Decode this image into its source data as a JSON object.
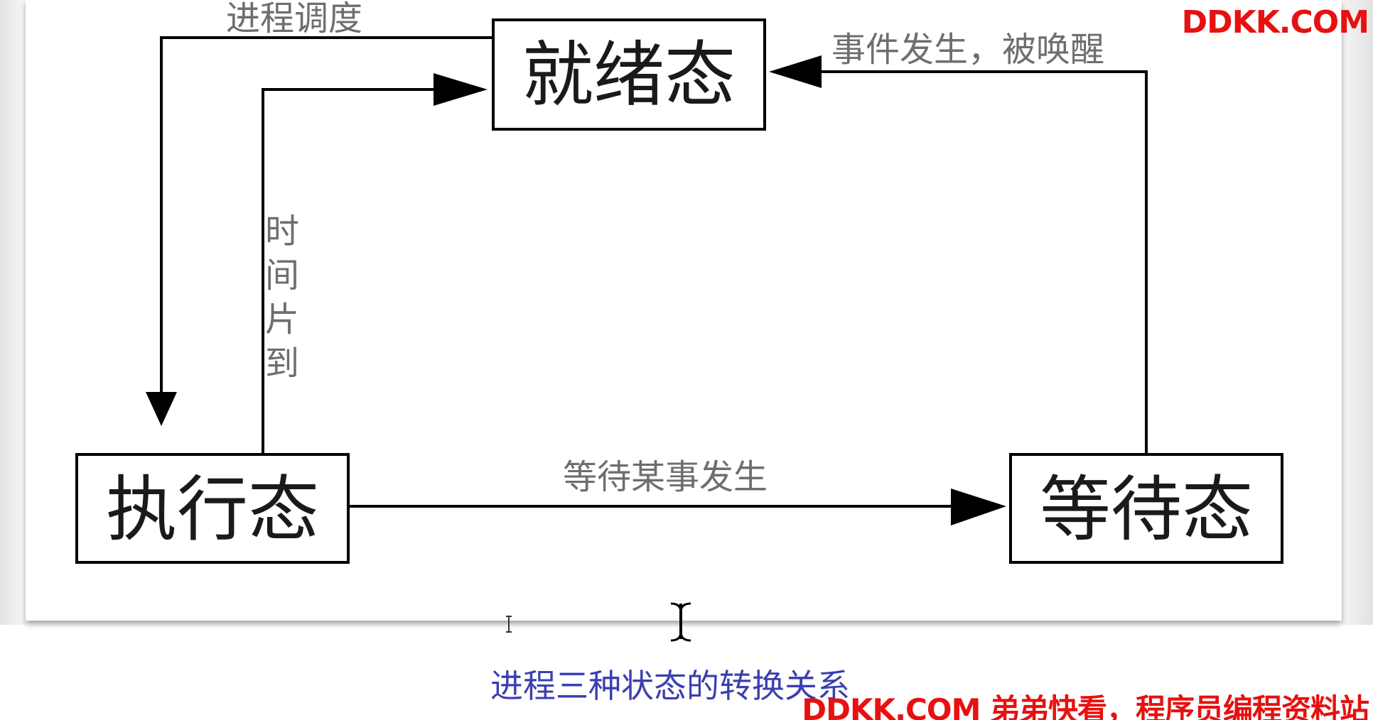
{
  "diagram": {
    "states": {
      "ready": "就绪态",
      "running": "执行态",
      "waiting": "等待态"
    },
    "transitions": {
      "dispatch": "进程调度",
      "timeslice": "时间片到",
      "wait_event": "等待某事发生",
      "wakeup": "事件发生，被唤醒"
    }
  },
  "caption": "进程三种状态的转换关系",
  "watermark": {
    "top": "DDKK.COM",
    "bottom": "DDKK.COM 弟弟快看，程序员编程资料站",
    "color": "#e81010"
  }
}
